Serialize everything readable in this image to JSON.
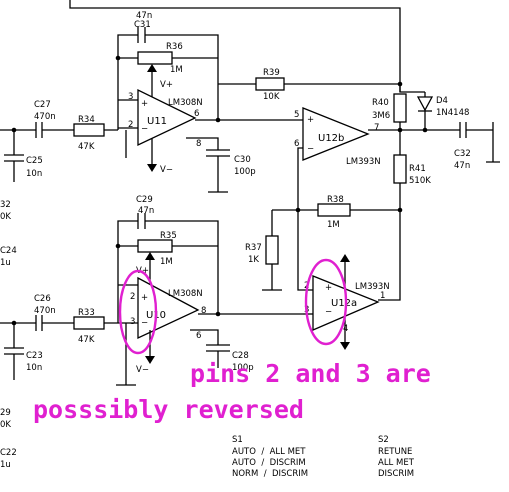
{
  "labels": {
    "c31": "C31",
    "c31v": "47n",
    "r36": "R36",
    "r36v": "1M",
    "vplus_top": "V+",
    "r39": "R39",
    "r39v": "10K",
    "r40": "R40",
    "r40v": "3M6",
    "d4": "D4",
    "d4v": "1N4148",
    "c27": "C27",
    "c27v": "470n",
    "r34": "R34",
    "r34v": "47K",
    "u11": "U11",
    "u11_part": "LM308N",
    "u11_p3": "3",
    "u11_p2": "2",
    "u11_p6": "6",
    "u11_p8": "8",
    "vminus_top": "V−",
    "c30": "C30",
    "c30v": "100p",
    "u12b": "U12b",
    "u12b_part": "LM393N",
    "u12b_p5": "5",
    "u12b_p6": "6",
    "u12b_p7": "7",
    "c32": "C32",
    "c32v": "47n",
    "r41": "R41",
    "r41v": "510K",
    "c25": "C25",
    "c25v": "10n",
    "r32_partial": "32",
    "r32v_partial": "0K",
    "c24_partial": "C24",
    "c24v_partial": "1u",
    "c29": "C29",
    "c29v": "47n",
    "r35": "R35",
    "r35v": "1M",
    "vplus_bot": "V+",
    "r38": "R38",
    "r38v": "1M",
    "r37": "R37",
    "r37v": "1K",
    "u10": "U10",
    "u10_part": "LM308N",
    "u10_p2": "2",
    "u10_p3": "3",
    "u10_p8": "8",
    "u10_p6": "6",
    "vminus_bot": "V−",
    "c26": "C26",
    "c26v": "470n",
    "r33": "R33",
    "r33v": "47K",
    "u12a": "U12a",
    "u12a_part": "LM393N",
    "u12a_p2": "2",
    "u12a_p3": "3",
    "u12a_p1": "1",
    "u12a_p4": "4",
    "c28": "C28",
    "c28v": "100p",
    "c23": "C23",
    "c23v": "10n",
    "r29_partial": "29",
    "r29v_partial": "0K",
    "c22_partial": "C22",
    "c22v_partial": "1u"
  },
  "annotation": {
    "line1": "pins 2 and 3 are",
    "line2": "posssibly reversed",
    "color": "#e020d0"
  },
  "switch_table": {
    "s1_title": "S1",
    "s1_rows": [
      "AUTO  /  ALL MET",
      "AUTO  /  DISCRIM",
      "NORM  /  DISCRIM"
    ],
    "s2_title": "S2",
    "s2_rows": [
      "RETUNE",
      "ALL MET",
      "DISCRIM"
    ]
  }
}
